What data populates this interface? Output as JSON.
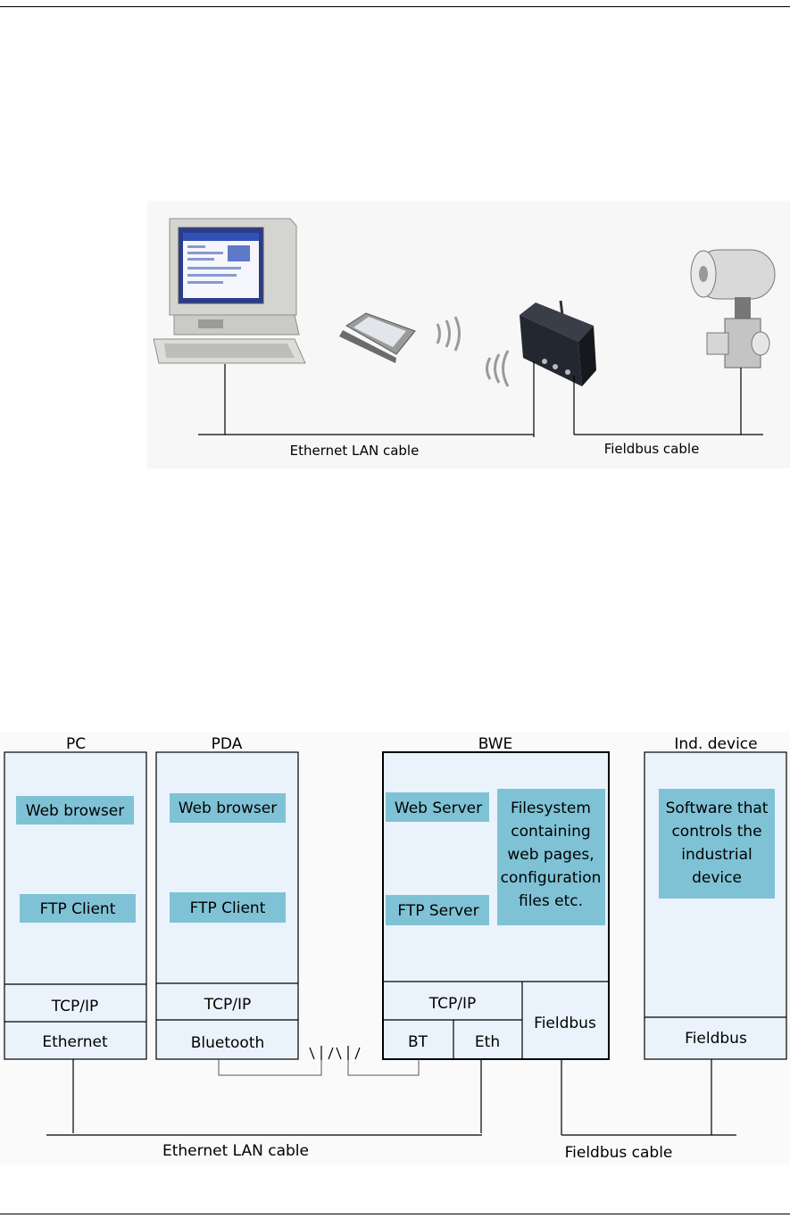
{
  "figure1": {
    "ethernet_label": "Ethernet LAN cable",
    "fieldbus_label": "Fieldbus cable",
    "icons": {
      "pc": "desktop-computer-icon",
      "pda": "pda-icon",
      "gateway": "bwe-gateway-icon",
      "device": "industrial-valve-icon",
      "wireless": "wireless-waves-icon"
    }
  },
  "figure2": {
    "pc": {
      "header": "PC",
      "web_browser": "Web browser",
      "ftp_client": "FTP Client",
      "tcpip": "TCP/IP",
      "ethernet": "Ethernet"
    },
    "pda": {
      "header": "PDA",
      "web_browser": "Web browser",
      "ftp_client": "FTP Client",
      "tcpip": "TCP/IP",
      "bluetooth": "Bluetooth"
    },
    "bwe": {
      "header": "BWE",
      "web_server": "Web Server",
      "ftp_server": "FTP Server",
      "filesystem": [
        "Filesystem",
        "containing",
        "web pages,",
        "configuration",
        "files etc."
      ],
      "tcpip": "TCP/IP",
      "bt": "BT",
      "eth": "Eth",
      "fieldbus": "Fieldbus"
    },
    "device": {
      "header": "Ind. device",
      "software": [
        "Software that",
        "controls the",
        "industrial",
        "device"
      ],
      "fieldbus": "Fieldbus"
    },
    "ethernet_label": "Ethernet LAN cable",
    "fieldbus_label": "Fieldbus cable"
  }
}
